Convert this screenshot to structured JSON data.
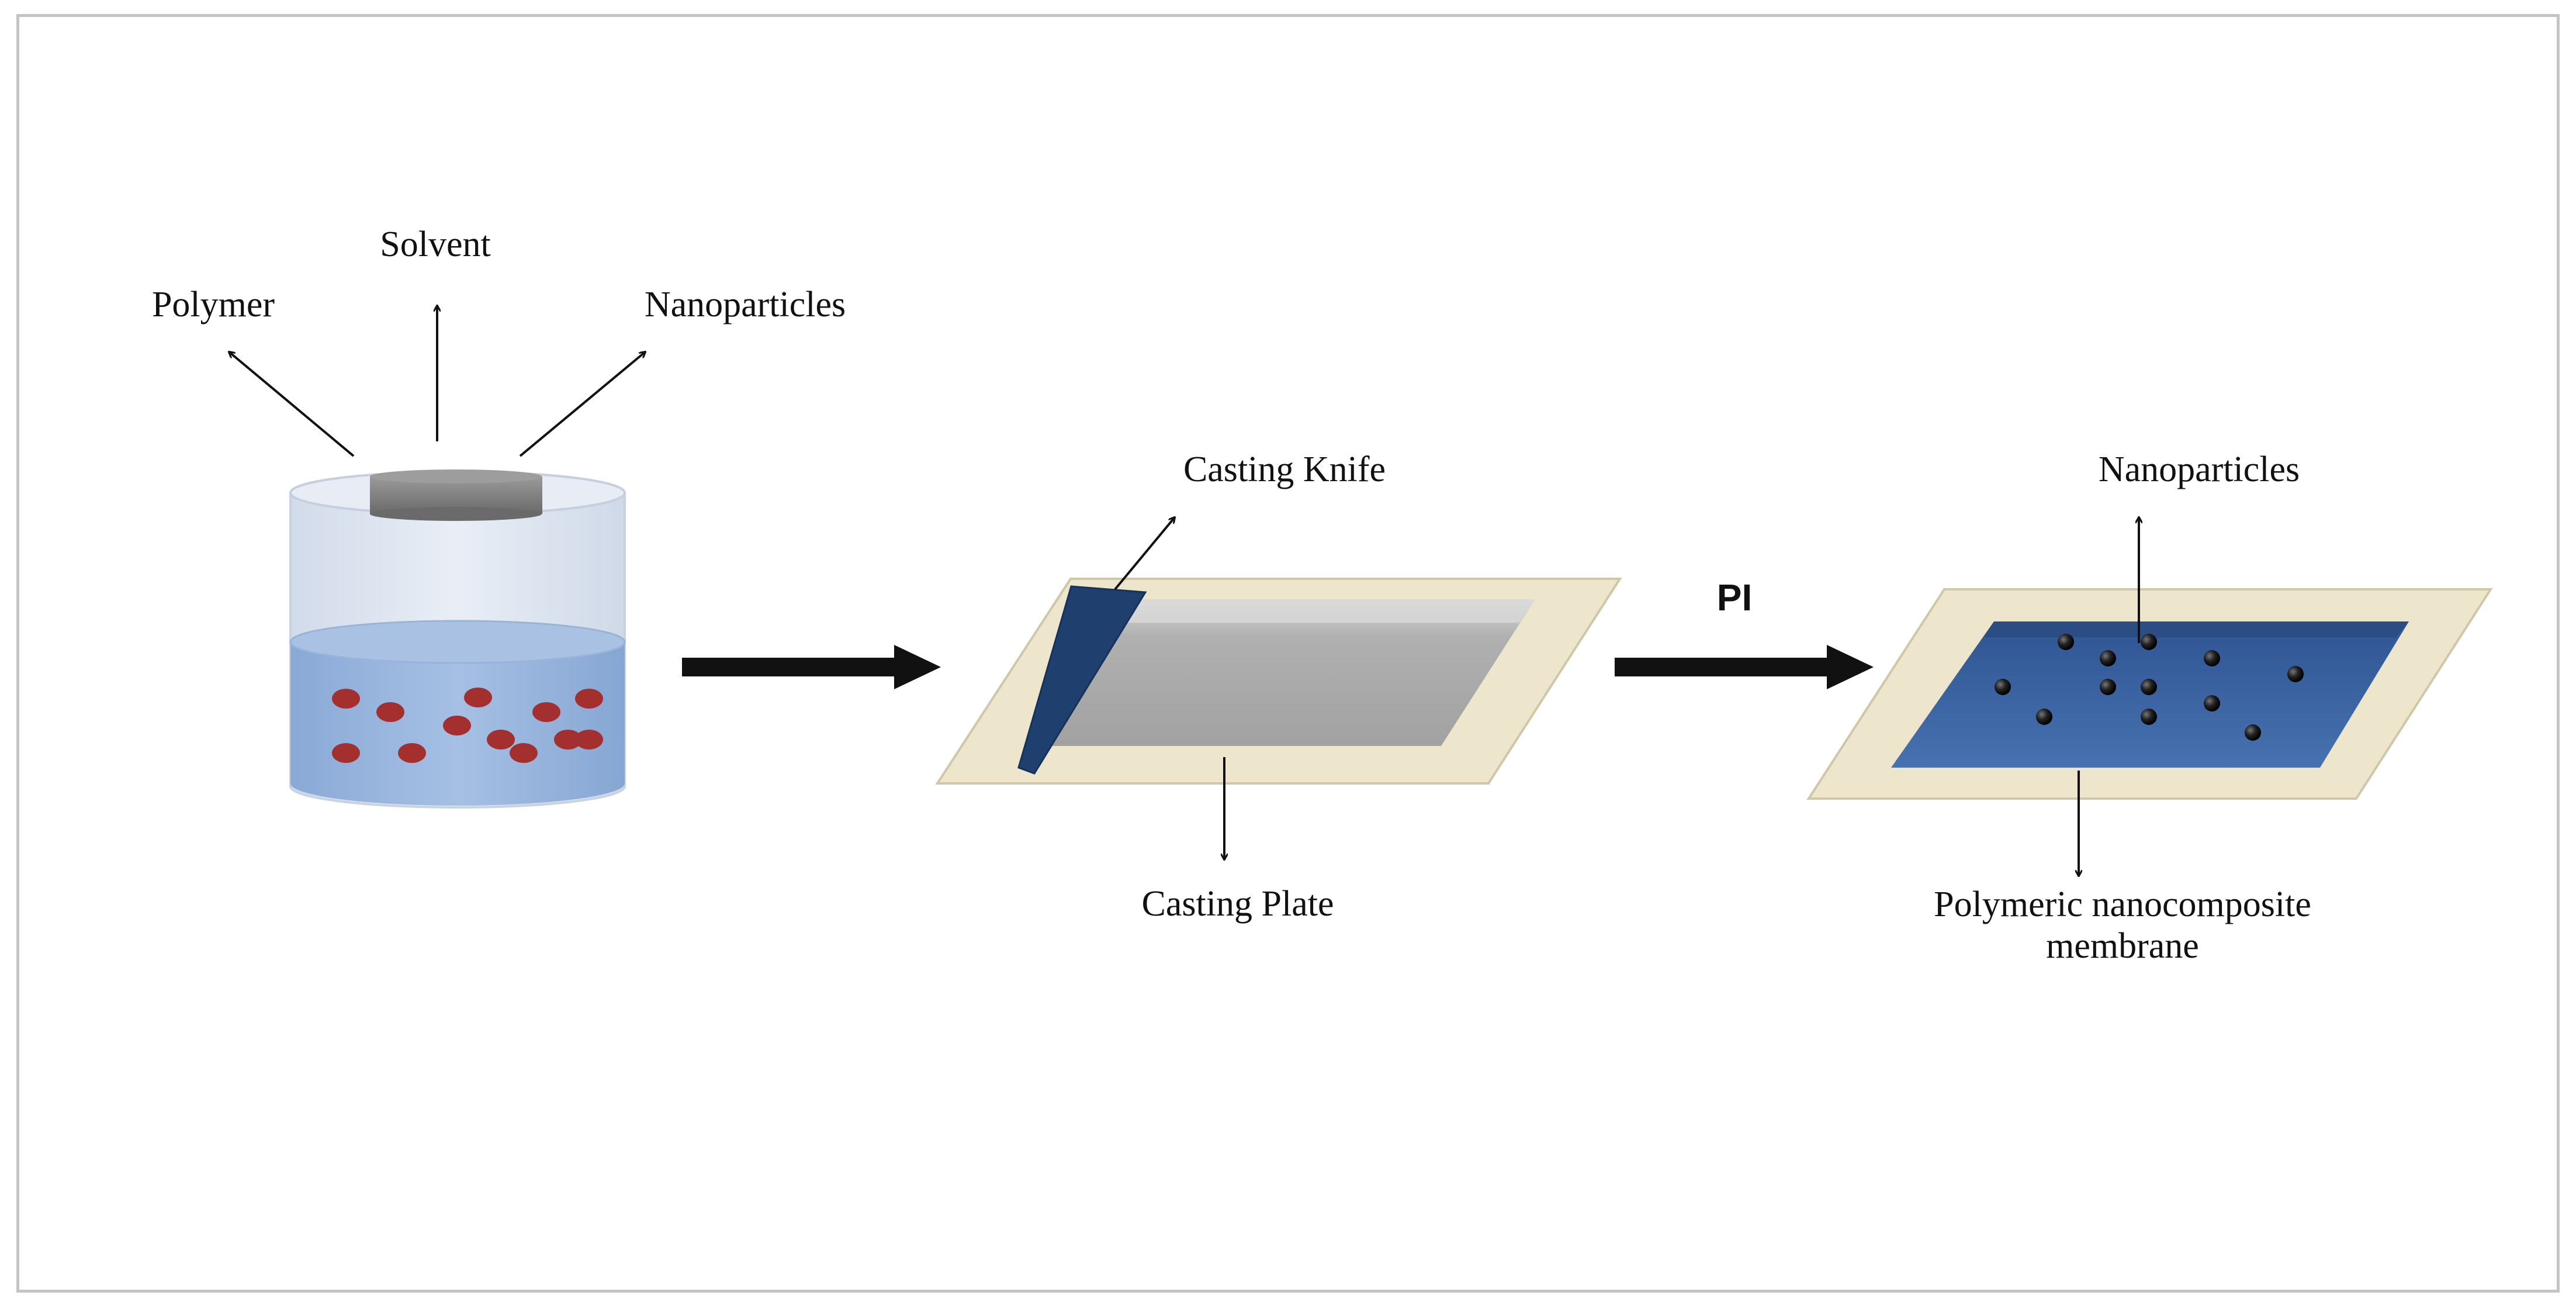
{
  "labels": {
    "polymer": "Polymer",
    "solvent": "Solvent",
    "nanoparticles_top": "Nanoparticles",
    "casting_knife": "Casting Knife",
    "casting_plate": "Casting Plate",
    "pi": "PI",
    "nanoparticles_right": "Nanoparticles",
    "membrane_line1": "Polymeric nanocomposite",
    "membrane_line2": "membrane"
  },
  "colors": {
    "liquid": "#8fb0dc",
    "particle_red": "#a3302f",
    "plate_frame": "#ece5cc",
    "knife": "#1f3f6e",
    "film_gray": "#a6a6a6",
    "membrane_blue": "#3a66a5",
    "particle_black": "#111111",
    "arrow": "#111111"
  }
}
